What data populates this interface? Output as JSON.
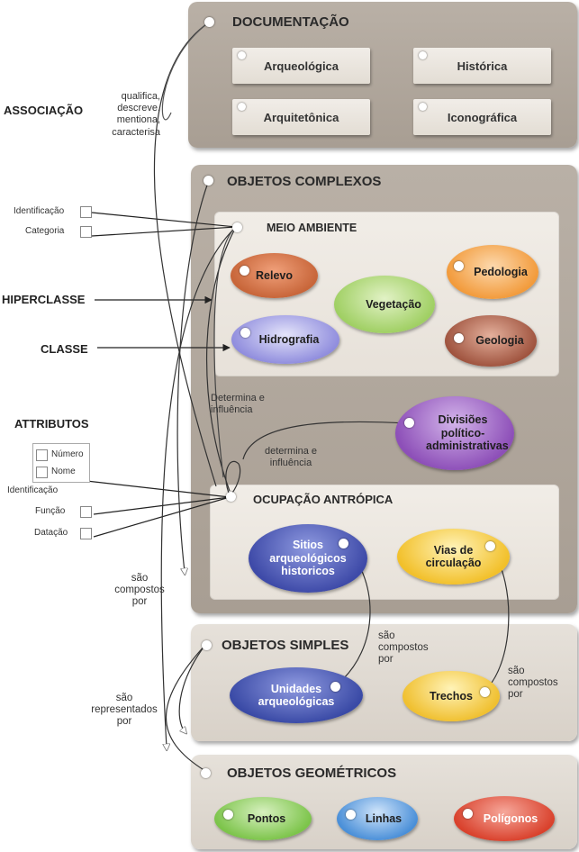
{
  "left_headings": {
    "associacao": "ASSOCIAÇÃO",
    "hiperclasse": "HIPERCLASSE",
    "classe": "CLASSE",
    "attributos": "ATTRIBUTOS"
  },
  "association_verbs": [
    "qualifica,",
    "descreve,",
    "mentiona,",
    "caracterisa"
  ],
  "class_attributes": [
    "Identificação",
    "Categoria"
  ],
  "attribute_list": [
    "Número",
    "Nome",
    "Identificação",
    "Função",
    "Datação"
  ],
  "documentacao": {
    "title": "DOCUMENTAÇÃO",
    "items": [
      "Arqueológica",
      "Histórica",
      "Arquitetônica",
      "Iconográfica"
    ]
  },
  "objetos_complexos": {
    "title": "OBJETOS COMPLEXOS",
    "meio_ambiente": {
      "title": "MEIO AMBIENTE",
      "items": [
        "Relevo",
        "Vegetação",
        "Pedologia",
        "Hidrografia",
        "Geologia"
      ]
    },
    "divisoes": "Divisiões político-administrativas",
    "ocupacao": {
      "title": "OCUPAÇÃO ANTRÓPICA",
      "sitios": "Sitios arqueológicos historicos",
      "vias": "Vias de circulação"
    }
  },
  "objetos_simples": {
    "title": "OBJETOS SIMPLES",
    "items": [
      "Unidades arqueológicas",
      "Trechos"
    ]
  },
  "objetos_geometricos": {
    "title": "OBJETOS GEOMÉTRICOS",
    "items": [
      "Pontos",
      "Linhas",
      "Polígonos"
    ]
  },
  "relation_labels": {
    "determina_1": "Determina e influência",
    "determina_2": "determina e influência",
    "compostos_1": "são compostos por",
    "compostos_2": "são compostos por",
    "compostos_3": "são compostos por",
    "representados": "são representados por"
  },
  "colors": {
    "panel_dark": "#b0a69b",
    "panel_light": "#ddd7cf",
    "relevo": "#c8663a",
    "vegetacao": "#9fcf62",
    "pedologia": "#f29a3a",
    "hidrografia": "#6f6cd0",
    "geologia": "#9c4f3a",
    "divisoes": "#8d4fb8",
    "sitios": "#3e4aa8",
    "vias": "#f2c02a",
    "unidades": "#3a4aa6",
    "trechos": "#f0c030",
    "pontos": "#7cc44a",
    "linhas": "#4a8fd8",
    "poligonos": "#d9412c"
  }
}
